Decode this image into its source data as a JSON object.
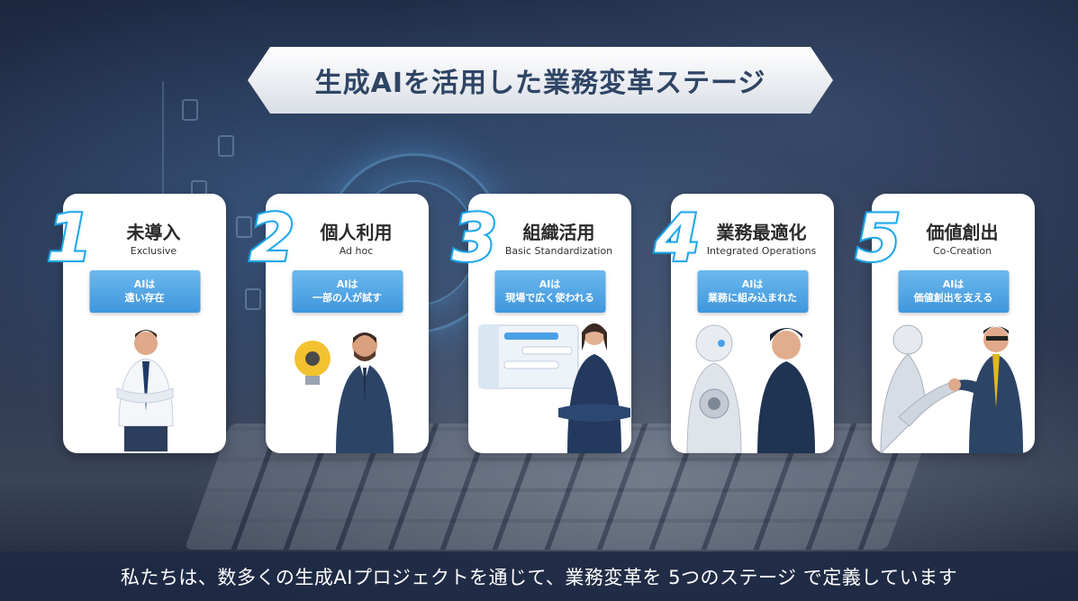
{
  "title": "生成AIを活用した業務変革ステージ",
  "stages": [
    {
      "num": "1",
      "name": "未導入",
      "en": "Exclusive",
      "badge_line1": "AIは",
      "badge_line2": "遠い存在"
    },
    {
      "num": "2",
      "name": "個人利用",
      "en": "Ad hoc",
      "badge_line1": "AIは",
      "badge_line2": "一部の人が試す"
    },
    {
      "num": "3",
      "name": "組織活用",
      "en": "Basic Standardization",
      "badge_line1": "AIは",
      "badge_line2": "現場で広く使われる"
    },
    {
      "num": "4",
      "name": "業務最適化",
      "en": "Integrated Operations",
      "badge_line1": "AIは",
      "badge_line2": "業務に組み込まれた"
    },
    {
      "num": "5",
      "name": "価値創出",
      "en": "Co-Creation",
      "badge_line1": "AIは",
      "badge_line2": "価値創出を支える"
    }
  ],
  "footer": "私たちは、数多くの生成AIプロジェクトを通じて、業務変革を 5つのステージ で定義しています",
  "colors": {
    "accent": "#1ea7e8",
    "badge": "#4fa3e2",
    "title_text": "#2f4565"
  }
}
